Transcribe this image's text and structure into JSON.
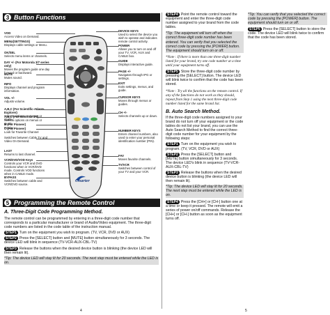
{
  "section3": {
    "num": "3",
    "title": "Button Functions"
  },
  "section5": {
    "num": "5",
    "title": "Programming the Remote Control"
  },
  "left_labels": [
    {
      "title": "VOD",
      "desc": "Access Video on Demand."
    },
    {
      "title": "MENU(SETTINGS)",
      "desc": "Displays cable settings or Menu."
    },
    {
      "title": "OK/SEL",
      "desc": "Selects menu items or channels."
    },
    {
      "title": "DAY +/- (For Motorola 3/7 series only)",
      "desc": "Moves the program guide one day forward or backward."
    },
    {
      "title": "MUTE",
      "desc": "Mutes sound."
    },
    {
      "title": "INFO",
      "desc": "Displays channel and program information."
    },
    {
      "title": "VOL +/-",
      "desc": "Adjusts volume."
    },
    {
      "title": "A,B,C (For Scientific-Atlanta Explorer)",
      "desc": "Selects options on menus or Guide."
    },
    {
      "title": "A,B,C (For Motorola 3/7)",
      "desc": "Selects options on menus or Guide."
    },
    {
      "title": "B (For Pioneer)",
      "desc": "Replay"
    },
    {
      "title": "C (For Pioneer)",
      "desc": "Look for Favorite Channel"
    },
    {
      "title": "",
      "desc": "Switches between Cable TV and Video On Demand."
    },
    {
      "title": "LAST",
      "desc": "Returns to last channel."
    },
    {
      "title": "VCR/DVD/VOD Keys",
      "desc": "Controls your VCR and DVD functions when in VCR/DVD mode. Controls VOD functions when in CABLE mode."
    },
    {
      "title": "BYPASS",
      "desc": "Switches between cable and VCR/DVD source."
    }
  ],
  "right_labels": [
    {
      "title": "DEVICE KEYS",
      "desc": "Used to select the device you wish to operate and indicates remote control activity."
    },
    {
      "title": "POWER",
      "desc": "Allows you to turn on and off your TV, VCR, AUX and CABLE box."
    },
    {
      "title": "GUIDE",
      "desc": "Displays interactive guide."
    },
    {
      "title": "PAGE +/-",
      "desc": "Navigates through IPG or settings."
    },
    {
      "title": "EXIT",
      "desc": "Exits settings, menus, and guide."
    },
    {
      "title": "CURSOR KEYS",
      "desc": "Moves through menus or guides."
    },
    {
      "title": "CH +/-",
      "desc": "Selects channels up or down."
    },
    {
      "title": "NUMBER KEYS",
      "desc": "Enters channel numbers, also used to enter your personal identification number (PIN)."
    },
    {
      "title": "FAV",
      "desc": "Moves favorite channels."
    },
    {
      "title": "TV/VCR",
      "desc": "Switches between control of your TV and your VCR."
    }
  ],
  "remote": {
    "brand": "Charter"
  },
  "sectionA": {
    "title": "A. Three-Digit Code Programming Method.",
    "intro": "The remote control can be programmed by entering in a three-digit code number that corresponds to a particular manufacturer or brand of Audio/Video equipment. The three-digit code numbers are listed in the code table of the instruction manual.",
    "steps": [
      {
        "label": "STEP1",
        "text": "Turn on the equipment you wish to program. (TV, VCR, DVD or AUX)"
      },
      {
        "label": "STEP2",
        "text": "Press the [SELECT] button and [MUTE] button simultaneously for 3 seconds. The device LED will blink in sequence (TV-VCR-AUX-CBL-TV)"
      },
      {
        "label": "STEP3",
        "text": "Release the buttons when the desired device button is blinking (the device LED will then remain lit)."
      }
    ],
    "tip": "*Tip: The device LED will stay lit for 20 seconds. The next step must be entered while the LED is on."
  },
  "column2": {
    "step4": {
      "label": "STEP4",
      "text": "Point the remote control toward the equipment and enter the three-digit code number assigned to your brand from the code tables."
    },
    "tip1": "*Tip: The equipment will turn off when the correct three-digit code number has been entered. You can verify that you selected the correct code by pressing the [POWER] button. The equipment should turn on or off.",
    "note1": "*Note : If there is more than one three-digit number listed for your brand, try one code number at a time until your equipment turns off.",
    "step5": {
      "label": "STEP5",
      "text": "Store the three-digit code number by pressing the [SELECT] button. The device LED will blink twice to confirm that the code has been stored."
    },
    "note2": "*Note : Try all the functions on the remote control. If any of the functions do not work as they should, repeat from Step 1 using the next three-digit code number listed for the same brand list.",
    "sectionB_title": "B. Auto Search Method.",
    "sectionB_intro": "If the three-digit code numbers assigned to your brand do not turn off your equipment or the code tables do not list your brand, you can use the Auto Search Method to find the correct three-digit code number for your equipment by the following steps:",
    "stepsB": [
      {
        "label": "STEP1",
        "text": "Turn on the equipment you wish to program. (TV, VCR, DVD or AUX)"
      },
      {
        "label": "STEP2",
        "text": "Press the [SELECT] button and [MUTE] button simultaneously for 3 seconds. The device LED's blink in sequence (TV-VCR-AUX-CBL-TV)"
      },
      {
        "label": "STEP3",
        "text": "Release the buttons when the desired device button is blinking (the device LED will then remain lit)."
      }
    ],
    "tip2": "*Tip: The device LED will stay lit for 20 seconds. The next step must be entered while the LED is on.",
    "step4b": {
      "label": "STEP4",
      "text": "Press the [CH+] or [CH-] button one at a time or keep it pressed. The remote will emit a series of power on/off commands. Release the [CH+] or [CH-] button as soon as the equipment turns off."
    }
  },
  "column3": {
    "tip": "*Tip: You can verify that you selected the correct code by pressing the [POWER] button. The equipment should turn on or off.",
    "step5": {
      "label": "STEP5",
      "text": "Press the [SELECT] button to store the code. The device LED will blink twice to confirm that the code has been stored."
    }
  },
  "page": {
    "left": "4",
    "right": "5"
  }
}
